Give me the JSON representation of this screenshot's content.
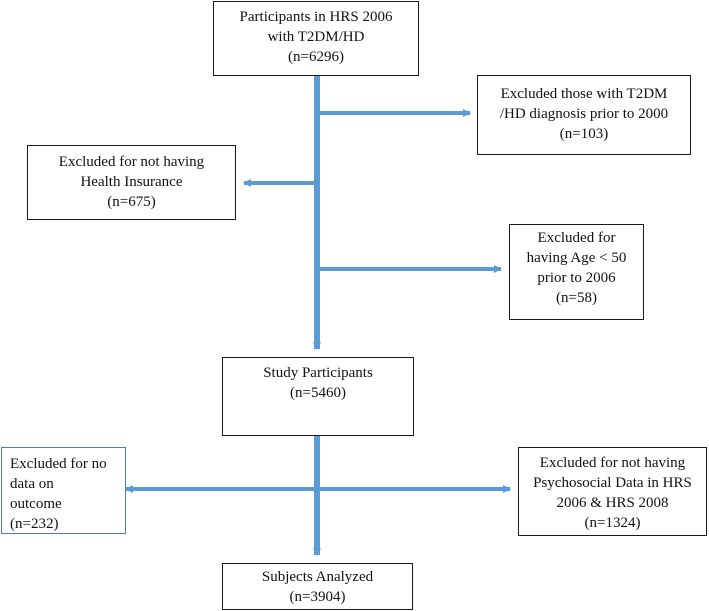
{
  "diagram": {
    "boxes": {
      "participants_hrs": {
        "lines": [
          "Participants in HRS 2006",
          "with T2DM/HD",
          "(n=6296)"
        ]
      },
      "excluded_prior_2000": {
        "lines": [
          "Excluded those with T2DM",
          "/HD diagnosis prior to 2000",
          "(n=103)"
        ]
      },
      "excluded_health_insurance": {
        "lines": [
          "Excluded for not having",
          "Health Insurance",
          "(n=675)"
        ]
      },
      "excluded_age": {
        "lines": [
          "Excluded for",
          "having Age < 50",
          "prior to 2006",
          "(n=58)"
        ]
      },
      "study_participants": {
        "lines": [
          "Study Participants",
          "(n=5460)"
        ]
      },
      "excluded_no_outcome": {
        "lines": [
          "Excluded for no",
          "data on",
          "outcome",
          "(n=232)"
        ]
      },
      "excluded_psychosocial": {
        "lines": [
          "Excluded for not having",
          "Psychosocial Data in HRS",
          "2006 & HRS 2008",
          "(n=1324)"
        ]
      },
      "subjects_analyzed": {
        "lines": [
          "Subjects Analyzed",
          "(n=3904)"
        ]
      }
    },
    "colors": {
      "arrow": "#5b9bd5",
      "box_border": "#1b1b1b",
      "left_box_border": "#5b79a8"
    }
  }
}
